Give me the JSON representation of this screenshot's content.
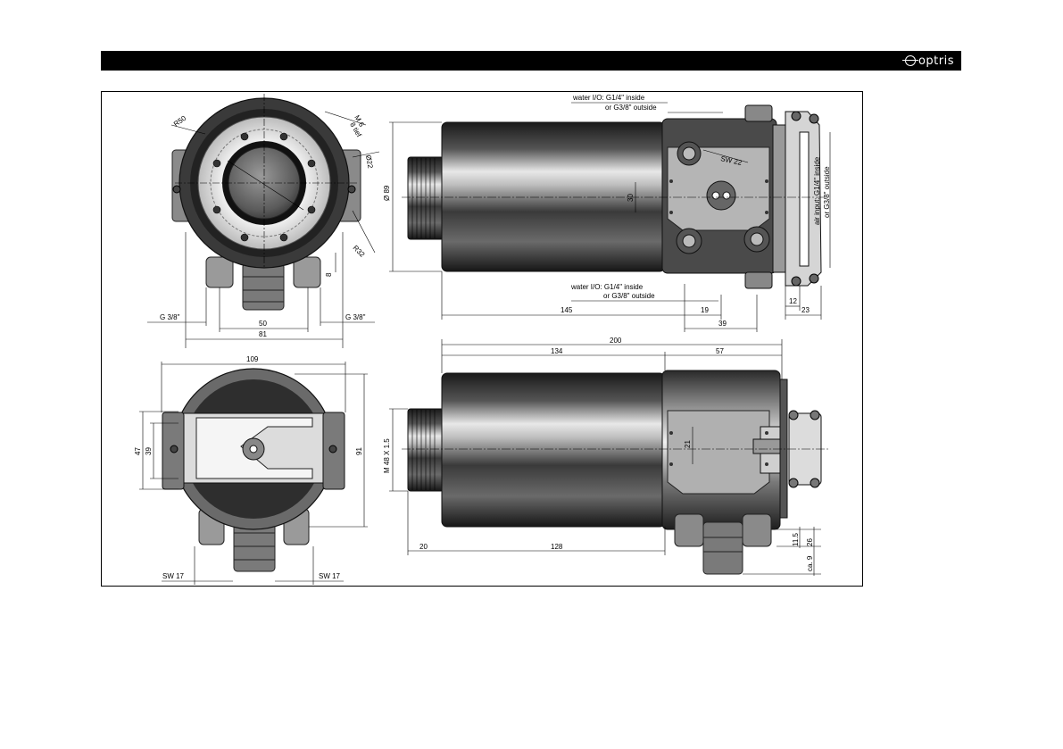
{
  "header": {
    "brand": "optris"
  },
  "drawing": {
    "front_view": {
      "r50": "R50",
      "m6": "M 6",
      "m6_depth": "8 tief",
      "phi22": "Ø22",
      "r32": "R32",
      "d8": "8",
      "g_left": "G 3/8\"",
      "g_right": "G 3/8\"",
      "d50": "50",
      "d81": "81"
    },
    "side_view_top": {
      "water_top_1": "water I/O:   G1/4\"   inside",
      "water_top_2": "or   G3/8\" outside",
      "phi89": "Ø 89",
      "sw22": "SW 22",
      "d30": "30",
      "air_1": "air input:  G1/4\"   inside",
      "air_2": "or  G3/8\"  outside",
      "water_bot_1": "water I/O:   G1/4\"   inside",
      "water_bot_2": "or   G3/8\" outside",
      "d145": "145",
      "d19": "19",
      "d39": "39",
      "d12": "12",
      "d23": "23"
    },
    "rear_view": {
      "d109": "109",
      "d47": "47",
      "d39": "39",
      "d91": "91",
      "sw17_left": "SW 17",
      "sw17_right": "SW 17"
    },
    "side_view_bottom": {
      "d200": "200",
      "d134": "134",
      "d57": "57",
      "m48": "M 48 X 1.5",
      "d21": "21",
      "d20": "20",
      "d128": "128",
      "d11_5": "11.5",
      "d26": "26",
      "d_ca9": "ca. 9"
    }
  }
}
